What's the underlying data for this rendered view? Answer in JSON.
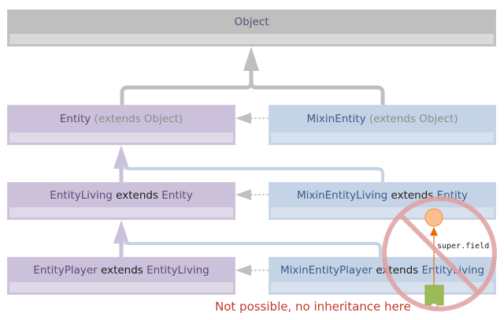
{
  "diagram": {
    "object_box": {
      "name": "Object"
    },
    "rows": [
      {
        "target": {
          "name": "Entity",
          "extends_word": "",
          "parent": "(extends Object)",
          "parent_style": "muted"
        },
        "mixin": {
          "name": "MixinEntity",
          "extends_word": "",
          "parent": "(extends Object)",
          "parent_style": "muted"
        }
      },
      {
        "target": {
          "name": "EntityLiving",
          "extends_word": "extends",
          "parent": "Entity"
        },
        "mixin": {
          "name": "MixinEntityLiving",
          "extends_word": "extends",
          "parent": "Entity"
        }
      },
      {
        "target": {
          "name": "EntityPlayer",
          "extends_word": "extends",
          "parent": "EntityLiving"
        },
        "mixin": {
          "name": "MixinEntityPlayer",
          "extends_word": "extends",
          "parent": "EntityLiving"
        }
      }
    ],
    "field_access_label": "super.field",
    "warning_text": "Not possible, no inheritance here",
    "colors": {
      "object": "#bfbfbf",
      "target": "#ccc1da",
      "mixin": "#c5d3e6",
      "forbidden": "#e3a5a5",
      "field_circle": "#fac090",
      "method_square": "#9bbb59",
      "access_arrow": "#e36c09",
      "warning": "#c0392b"
    }
  }
}
